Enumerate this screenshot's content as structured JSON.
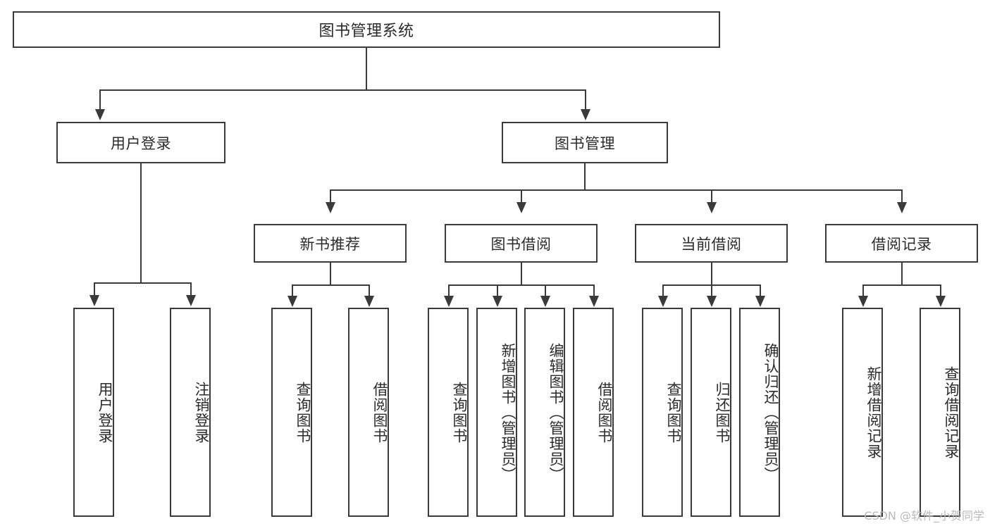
{
  "diagram": {
    "title": "图书管理系统",
    "root": {
      "label": "图书管理系统"
    },
    "level1": [
      {
        "label": "用户登录"
      },
      {
        "label": "图书管理"
      }
    ],
    "level2": [
      {
        "label": "新书推荐"
      },
      {
        "label": "图书借阅"
      },
      {
        "label": "当前借阅"
      },
      {
        "label": "借阅记录"
      }
    ],
    "leaves": {
      "user_login": [
        {
          "label": "用户登录"
        },
        {
          "label": "注销登录"
        }
      ],
      "new_book_recommend": [
        {
          "label": "查询图书"
        },
        {
          "label": "借阅图书"
        }
      ],
      "book_borrow": [
        {
          "label": "查询图书"
        },
        {
          "label": "新增图书（管理员）"
        },
        {
          "label": "编辑图书（管理员）"
        },
        {
          "label": "借阅图书"
        }
      ],
      "current_borrow": [
        {
          "label": "查询图书"
        },
        {
          "label": "归还图书"
        },
        {
          "label": "确认归还（管理员）"
        }
      ],
      "borrow_record": [
        {
          "label": "新增借阅记录"
        },
        {
          "label": "查询借阅记录"
        }
      ]
    },
    "watermark": "CSDN @软件_小贺同学",
    "colors": {
      "stroke": "#3a3a3a",
      "text": "#2b2b2b",
      "background": "#ffffff",
      "watermark": "#b9b9b9"
    }
  }
}
